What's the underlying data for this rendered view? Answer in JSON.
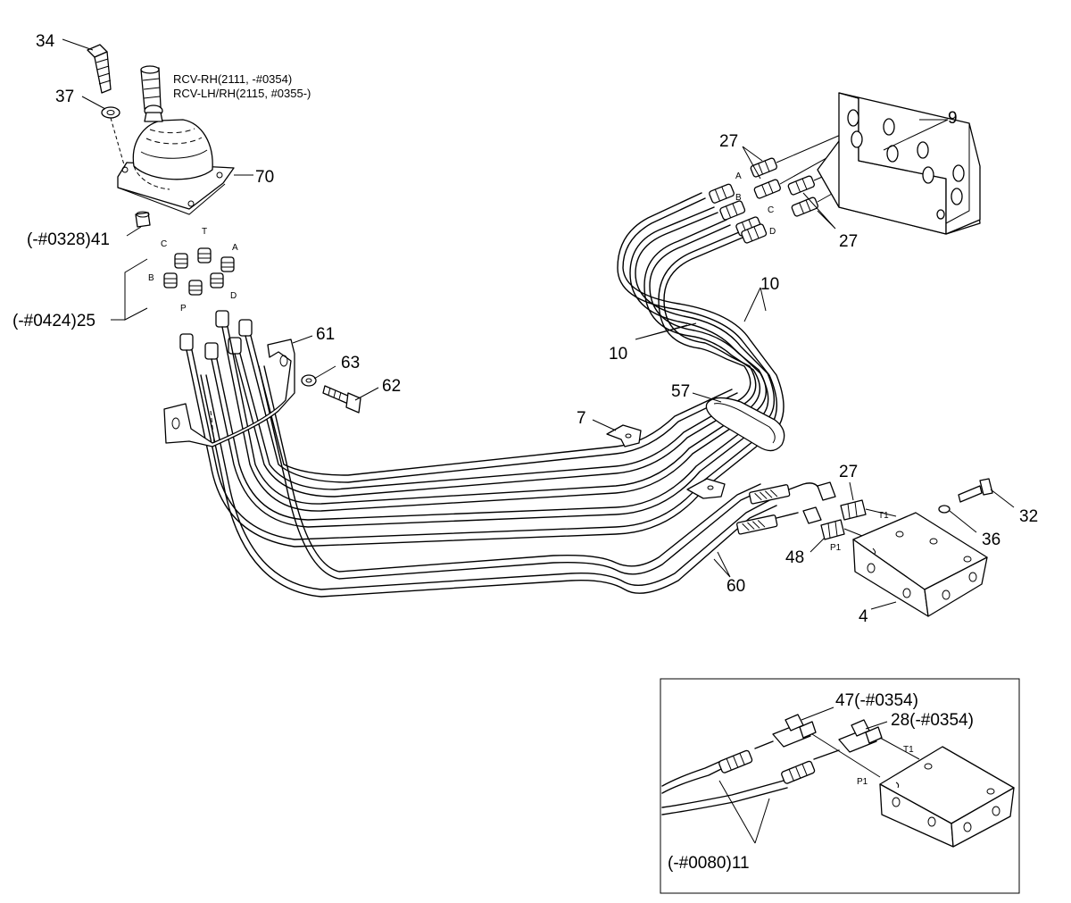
{
  "callouts": {
    "c34": "34",
    "c37": "37",
    "rcv1": "RCV-RH(2111, -#0354)",
    "rcv2": "RCV-LH/RH(2115, #0355-)",
    "c70": "70",
    "c41": "(-#0328)41",
    "c25": "(-#0424)25",
    "c61": "61",
    "c63": "63",
    "c62": "62",
    "c27a": "27",
    "c9": "9",
    "c27b": "27",
    "c10a": "10",
    "c10b": "10",
    "c57": "57",
    "c7": "7",
    "c27c": "27",
    "c32": "32",
    "c36": "36",
    "c48": "48",
    "c60": "60",
    "c4": "4",
    "c47": "47(-#0354)",
    "c28": "28(-#0354)",
    "c11": "(-#0080)11"
  },
  "ports": {
    "rcv_C": "C",
    "rcv_T": "T",
    "rcv_A": "A",
    "rcv_B": "B",
    "rcv_D": "D",
    "rcv_P": "P",
    "br_A": "A",
    "br_B": "B",
    "br_C": "C",
    "br_D": "D",
    "blk_T1": "T1",
    "blk_P1": "P1",
    "inset_T1": "T1",
    "inset_P1": "P1"
  }
}
